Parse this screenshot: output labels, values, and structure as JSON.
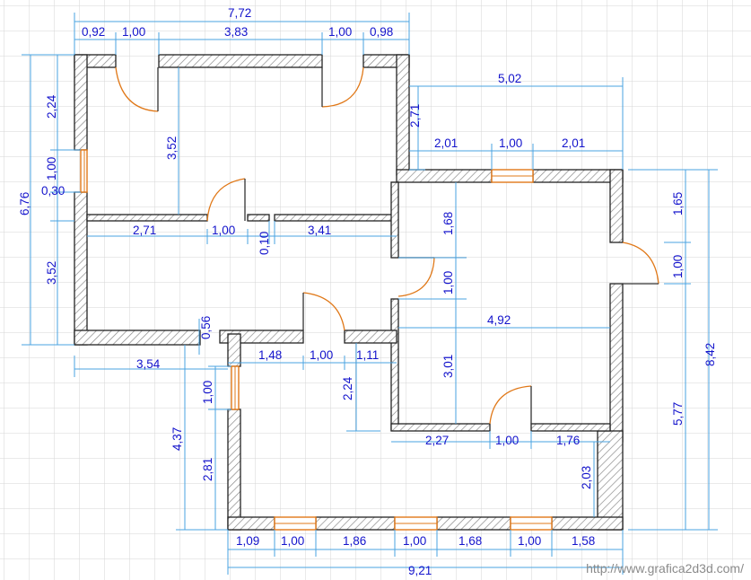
{
  "dimensions": {
    "top_total": "7,72",
    "top_seg_1": "0,92",
    "top_seg_2": "1,00",
    "top_seg_3": "3,83",
    "top_seg_4": "1,00",
    "top_seg_5": "0,98",
    "right_block_width": "5,02",
    "step_height": "2,71",
    "right_seg_1": "2,01",
    "right_seg_2": "1,00",
    "right_seg_3": "2,01",
    "left_total": "6,76",
    "left_upper": "2,24",
    "left_window": "1,00",
    "left_wall": "0,30",
    "left_lower": "3,52",
    "room1_height": "3,52",
    "hall_seg_1": "2,71",
    "hall_seg_2": "1,00",
    "hall_gap": "0,10",
    "hall_seg_3": "3,41",
    "right_room_upper": "1,68",
    "right_room_door": "1,00",
    "right_outer_1": "1,65",
    "right_outer_2": "1,00",
    "wall_offset": "0,56",
    "width_4_92": "4,92",
    "corridor_width": "3,54",
    "low_seg_1": "1,48",
    "low_seg_2": "1,00",
    "low_seg_3": "1,11",
    "low_window": "1,00",
    "low_room_height": "2,24",
    "right_room_lower": "3,01",
    "left_low_total": "4,37",
    "left_low_lower": "2,81",
    "mid_seg_1": "2,27",
    "mid_seg_2": "1,00",
    "mid_seg_3": "1,76",
    "right_total": "8,42",
    "right_lower": "5,77",
    "right_low_seg": "2,03",
    "bottom_seg_1": "1,09",
    "bottom_seg_2": "1,00",
    "bottom_seg_3": "1,86",
    "bottom_seg_4": "1,00",
    "bottom_seg_5": "1,68",
    "bottom_seg_6": "1,00",
    "bottom_seg_7": "1,58",
    "bottom_total": "9,21"
  },
  "watermark": "http://www.grafica2d3d.com/",
  "colors": {
    "dimension": "#1414cc",
    "dimension_line": "#4aa3e0",
    "wall_outline": "#222222",
    "hatch": "#8a8a8a",
    "door": "#e07818",
    "window": "#e07818",
    "grid": "#d6d6d6"
  }
}
